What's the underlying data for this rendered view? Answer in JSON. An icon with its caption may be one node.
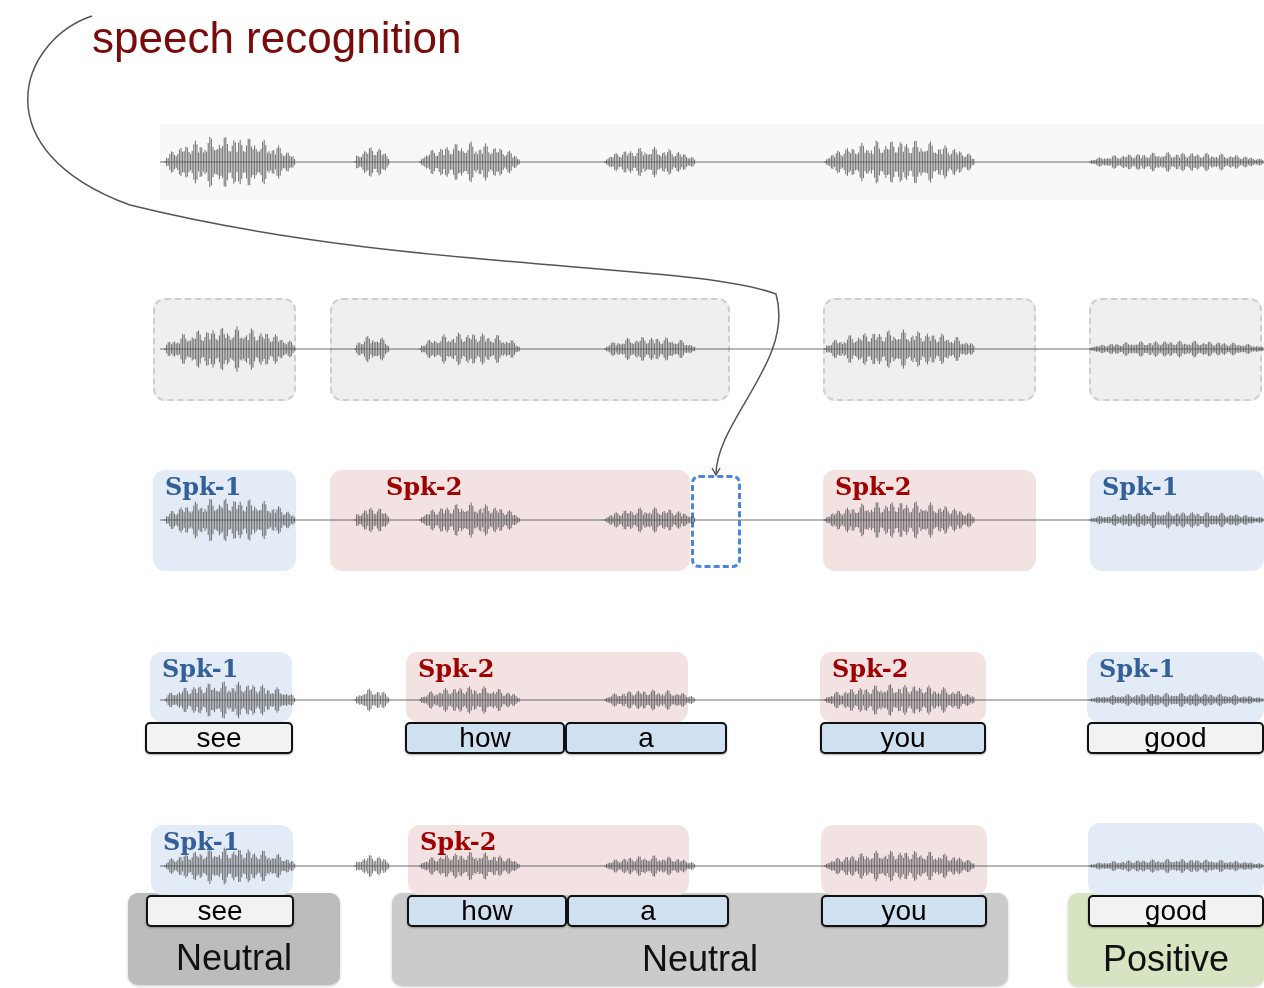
{
  "diagram": {
    "nodes": [
      {
        "text": [
          "speech recognition"
        ]
      },
      {
        "text": [],
        "shape": "box"
      },
      {
        "text": [],
        "shape": "box"
      },
      {
        "text": [],
        "shape": "box"
      },
      {
        "text": [],
        "shape": "box"
      },
      {
        "text": [
          "Spk-1"
        ]
      },
      {
        "text": [
          "Spk-2"
        ]
      },
      {
        "text": [],
        "shape": "box"
      },
      {
        "text": [
          "Spk-2"
        ]
      },
      {
        "text": [
          "Spk-1"
        ]
      },
      {
        "text": [
          "Spk-1"
        ]
      },
      {
        "text": [
          "Spk-2"
        ]
      },
      {
        "text": [
          "Spk-2"
        ]
      },
      {
        "text": [
          "Spk-1"
        ]
      },
      {
        "text": [
          "see"
        ]
      },
      {
        "text": [
          "how"
        ]
      },
      {
        "text": [
          "a"
        ]
      },
      {
        "text": [
          "you"
        ]
      },
      {
        "text": [
          "good"
        ]
      },
      {
        "text": [
          "Spk-1"
        ]
      },
      {
        "text": [
          "Spk-2"
        ]
      },
      {
        "text": [],
        "shape": "box"
      },
      {
        "text": [],
        "shape": "box"
      },
      {
        "text": [
          "see"
        ],
        "in": 28
      },
      {
        "text": [
          "how"
        ],
        "in": 29
      },
      {
        "text": [
          "a"
        ],
        "in": 29
      },
      {
        "text": [
          "you"
        ],
        "in": 29
      },
      {
        "text": [
          "good"
        ],
        "in": 30
      },
      {
        "text": [
          "Neutral"
        ]
      },
      {
        "text": [
          "Neutral"
        ]
      },
      {
        "text": [
          "Positive"
        ]
      }
    ],
    "edges": [
      {
        "from": 0,
        "to": 7,
        "arrow": "to"
      }
    ]
  }
}
